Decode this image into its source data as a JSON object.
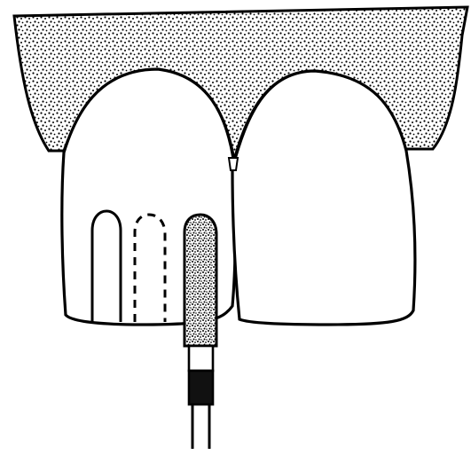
{
  "figure": {
    "elements": [
      {
        "name": "gingiva"
      },
      {
        "name": "central-incisor-left"
      },
      {
        "name": "central-incisor-right"
      },
      {
        "name": "preparation-groove-first"
      },
      {
        "name": "preparation-groove-second"
      },
      {
        "name": "diamond-bur"
      }
    ],
    "colors": {
      "line": "#000000",
      "background": "#ffffff",
      "stipple": "#000000"
    }
  }
}
